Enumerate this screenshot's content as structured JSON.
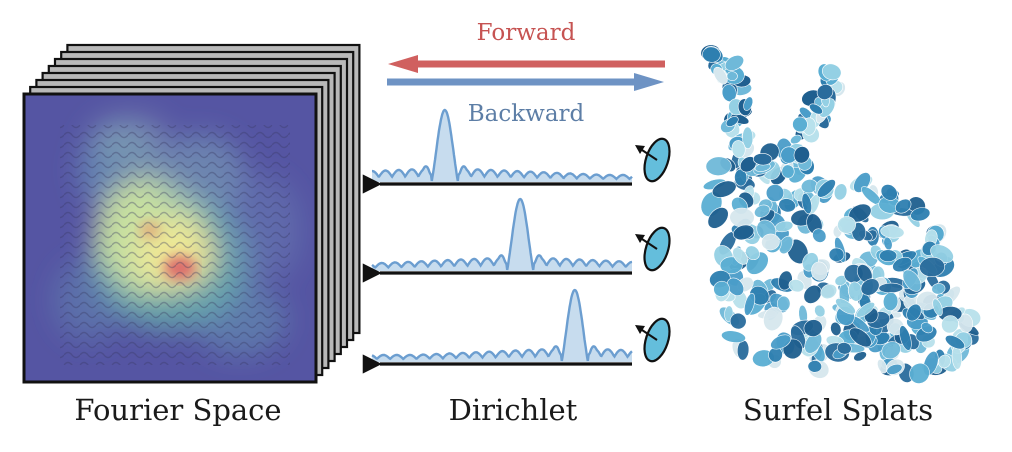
{
  "labels": {
    "forward": "Forward",
    "backward": "Backward",
    "fourier_space": "Fourier Space",
    "dirichlet": "Dirichlet",
    "surfel_splats": "Surfel Splats"
  },
  "colors": {
    "forward": "#d0605f",
    "backward": "#6e93c4",
    "kernel_fill": "#c7dcee",
    "kernel_stroke": "#6c9ed0",
    "ellipse_fill": "#64bedc",
    "spectrum_base": "#4b4b9e",
    "frame_fill": "#b9b9b9"
  },
  "icons": {
    "forward_arrow": "left-arrow",
    "backward_arrow": "right-arrow",
    "surfel": "ellipse-normal-icon",
    "bunny": "bunny-point-cloud"
  },
  "dirichlet_rows": [
    {
      "peak_position": 0.28
    },
    {
      "peak_position": 0.57
    },
    {
      "peak_position": 0.78
    }
  ],
  "stack_layers": 8
}
